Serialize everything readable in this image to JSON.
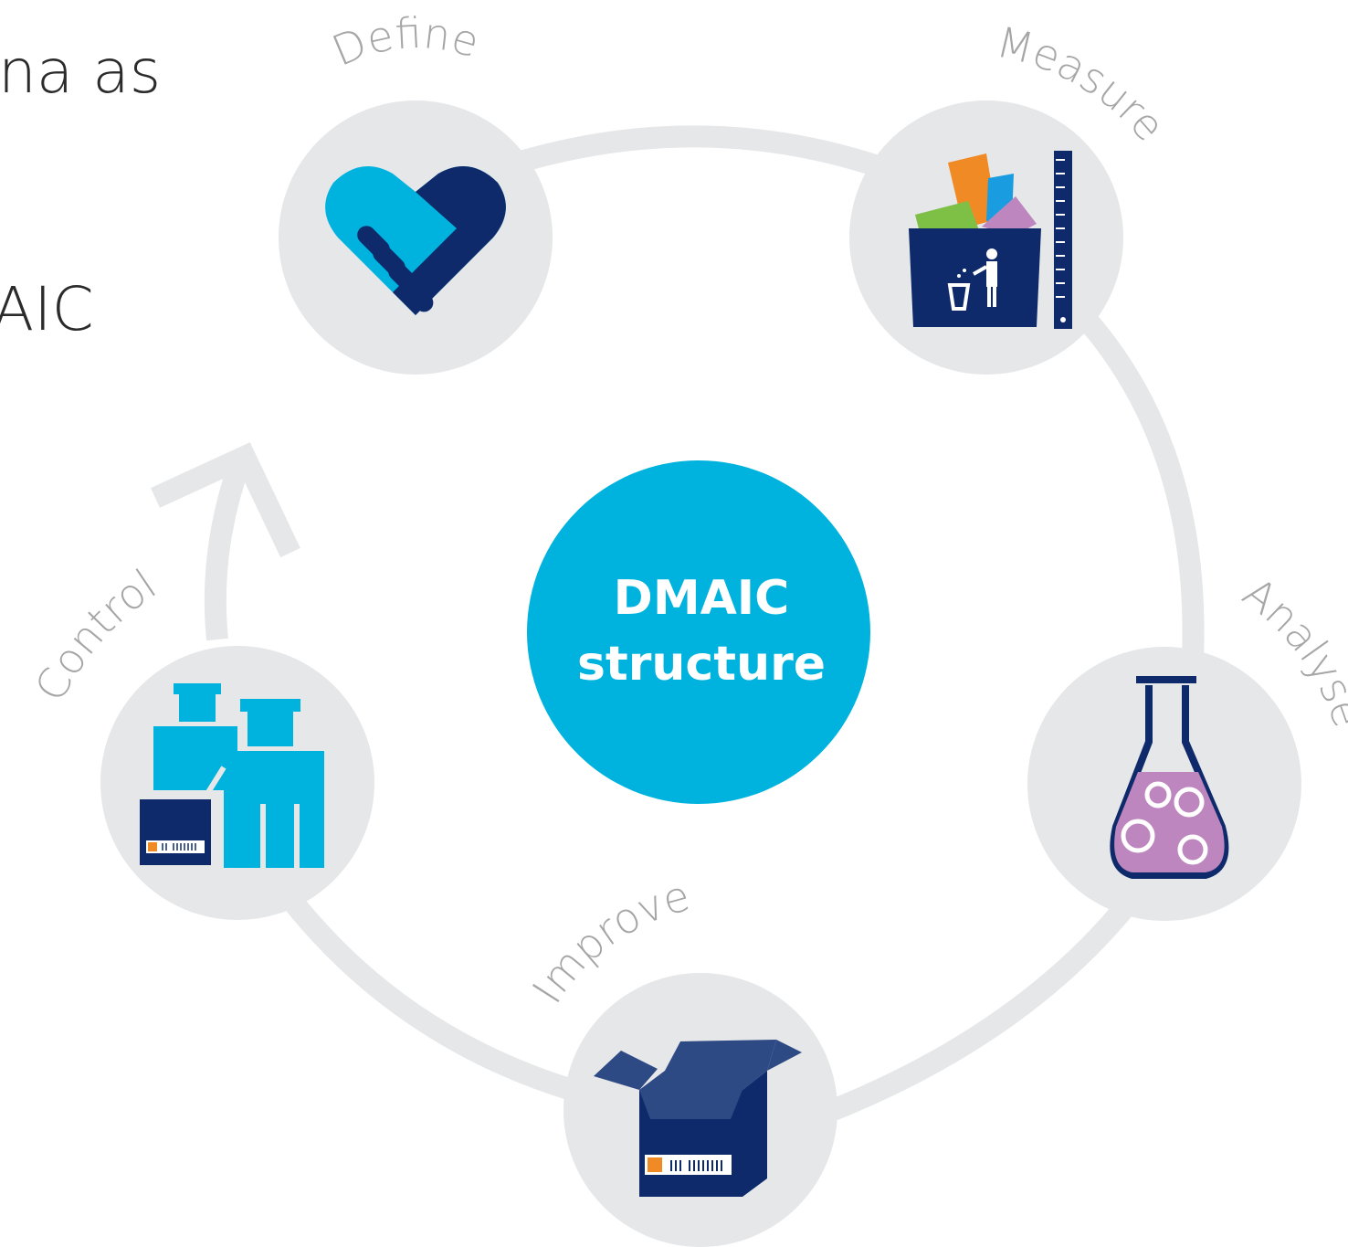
{
  "background_text": {
    "line1": "na as",
    "line2": "AIC"
  },
  "center": {
    "line1": "DMAIC",
    "line2": "structure",
    "color": "#00B2DE"
  },
  "stages": {
    "define": {
      "label": "Define",
      "icon": "handshake-heart-icon"
    },
    "measure": {
      "label": "Measure",
      "icon": "waste-bin-ruler-icon"
    },
    "analyse": {
      "label": "Analyse",
      "icon": "flask-euro-icon"
    },
    "improve": {
      "label": "Improve",
      "icon": "open-box-icon"
    },
    "control": {
      "label": "Control",
      "icon": "inspectors-icon"
    }
  },
  "colors": {
    "ring": "#E6E7E9",
    "node": "#E6E7E9",
    "label": "#A6A6A6",
    "navy": "#0E2A6B",
    "cyan": "#00B2DE",
    "orange": "#F08A24",
    "green": "#7DC045",
    "purple": "#BE86BE",
    "blue": "#1A9CE0"
  }
}
